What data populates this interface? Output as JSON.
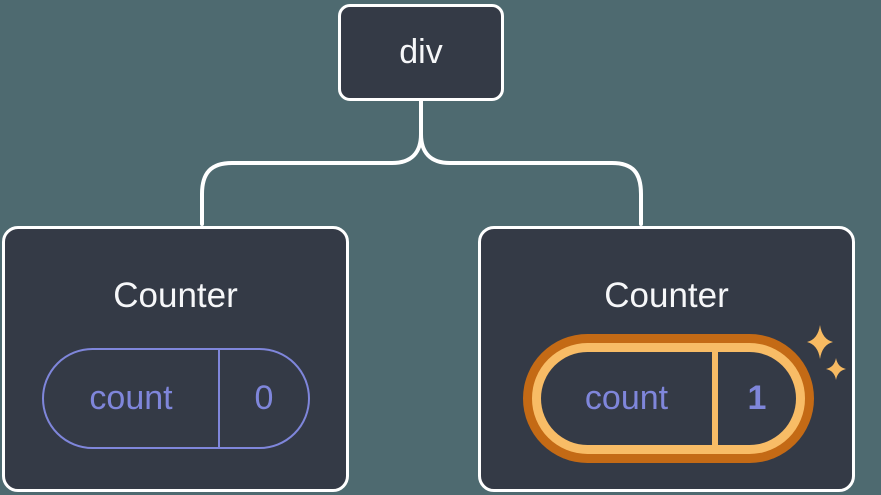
{
  "diagram": {
    "root": {
      "label": "div"
    },
    "children": [
      {
        "title": "Counter",
        "state_key": "count",
        "state_value": "0",
        "highlighted": false
      },
      {
        "title": "Counter",
        "state_key": "count",
        "state_value": "1",
        "highlighted": true
      }
    ]
  },
  "colors": {
    "background": "#4E6A70",
    "card": "#343A46",
    "node_border": "#FFFFFF",
    "connector": "#FFFFFF",
    "state_purple": "#7F86DB",
    "highlight_orange_dark": "#C46A15",
    "highlight_orange_light": "#F8BC66",
    "sparkle_orange": "#F7BA62"
  }
}
